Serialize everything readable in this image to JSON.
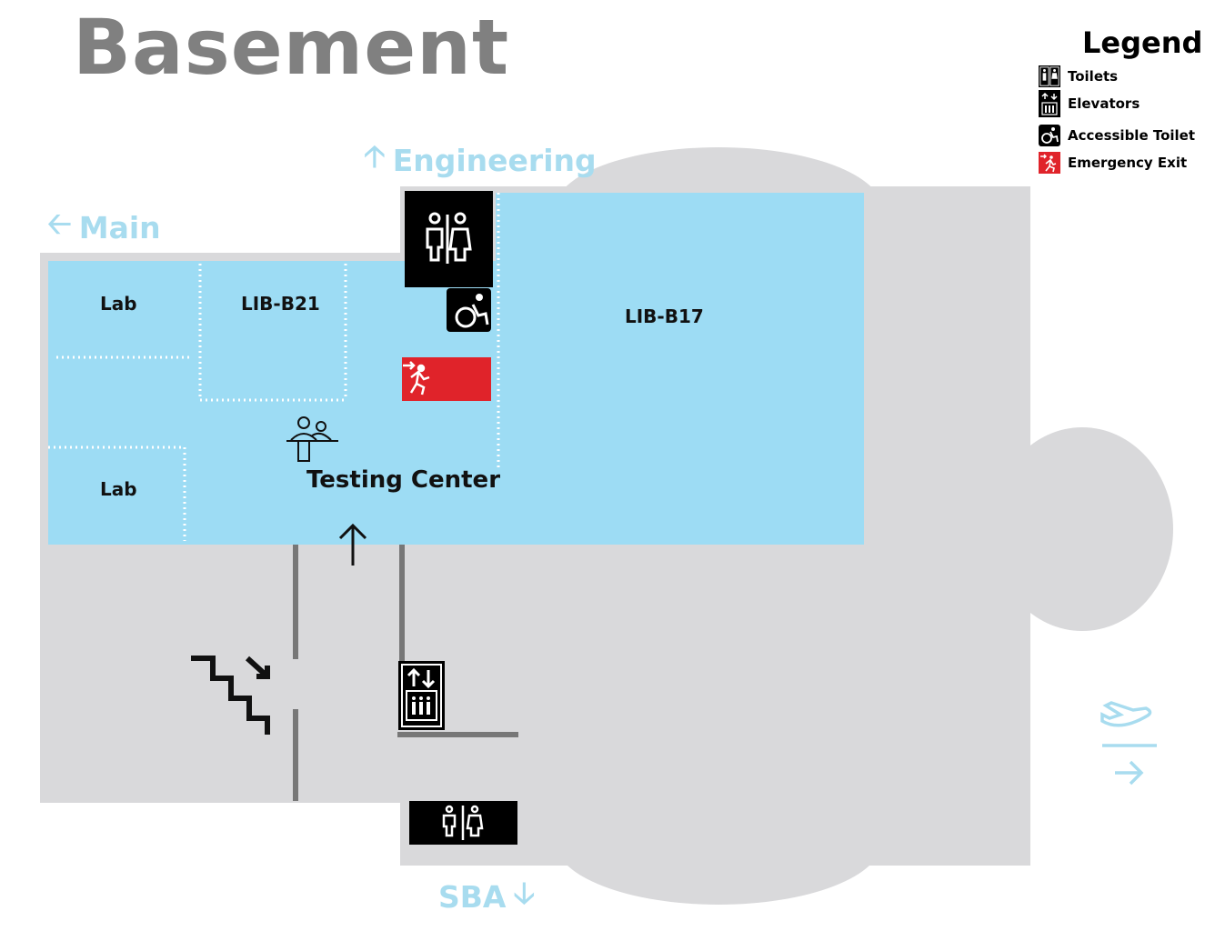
{
  "title": "Basement",
  "directions": {
    "engineering": "Engineering",
    "main": "Main",
    "sba": "SBA"
  },
  "rooms": {
    "lab_top": "Lab",
    "lib_b21": "LIB-B21",
    "lib_b17": "LIB-B17",
    "lab_bottom": "Lab",
    "testing_center": "Testing Center"
  },
  "legend": {
    "title": "Legend",
    "items": [
      {
        "label": "Toilets",
        "icon": "toilet-icon"
      },
      {
        "label": "Elevators",
        "icon": "elevator-icon"
      },
      {
        "label": "Accessible Toilet",
        "icon": "accessible-icon"
      },
      {
        "label": "Emergency Exit",
        "icon": "emergency-exit-icon"
      }
    ]
  },
  "colors": {
    "room_blue": "#9ddcf4",
    "floor_gray": "#d9d9db",
    "exit_red": "#e0232a",
    "direction_blue": "#a8dcef"
  }
}
